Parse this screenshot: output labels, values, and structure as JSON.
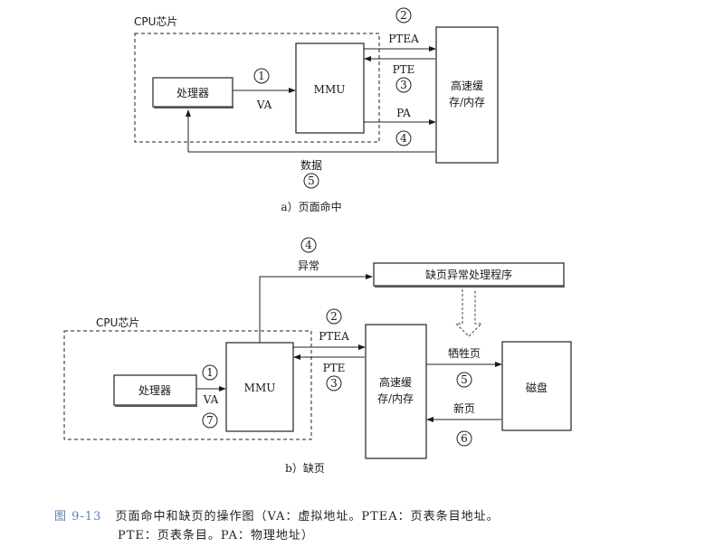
{
  "diagram_a": {
    "subtitle": "a）页面命中",
    "cpu_chip_label": "CPU芯片",
    "processor": "处理器",
    "mmu": "MMU",
    "memory": [
      "高速缓",
      "存/内存"
    ],
    "edges": [
      {
        "step": "1",
        "label": "VA",
        "from": "处理器",
        "to": "MMU"
      },
      {
        "step": "2",
        "label": "PTEA",
        "from": "MMU",
        "to": "高速缓存/内存"
      },
      {
        "step": "3",
        "label": "PTE",
        "from": "高速缓存/内存",
        "to": "MMU"
      },
      {
        "step": "4",
        "label": "PA",
        "from": "MMU",
        "to": "高速缓存/内存"
      },
      {
        "step": "5",
        "label": "数据",
        "from": "高速缓存/内存",
        "to": "处理器"
      }
    ]
  },
  "diagram_b": {
    "subtitle": "b）缺页",
    "cpu_chip_label": "CPU芯片",
    "processor": "处理器",
    "mmu": "MMU",
    "memory": [
      "高速缓",
      "存/内存"
    ],
    "handler": "缺页异常处理程序",
    "disk": "磁盘",
    "edges": [
      {
        "step": "1",
        "label": "VA",
        "from": "处理器",
        "to": "MMU"
      },
      {
        "step": "7",
        "label": "",
        "from": "处理器",
        "to": "MMU"
      },
      {
        "step": "2",
        "label": "PTEA",
        "from": "MMU",
        "to": "高速缓存/内存"
      },
      {
        "step": "3",
        "label": "PTE",
        "from": "高速缓存/内存",
        "to": "MMU"
      },
      {
        "step": "4",
        "label": "异常",
        "from": "MMU",
        "to": "缺页异常处理程序"
      },
      {
        "step": "5",
        "label": "牺牲页",
        "from": "高速缓存/内存",
        "to": "磁盘"
      },
      {
        "step": "6",
        "label": "新页",
        "from": "磁盘",
        "to": "高速缓存/内存"
      }
    ]
  },
  "caption": {
    "figure_number": "图 9-13",
    "line1": "页面命中和缺页的操作图（VA：虚拟地址。PTEA：页表条目地址。",
    "line2": "PTE：页表条目。PA：物理地址）"
  }
}
